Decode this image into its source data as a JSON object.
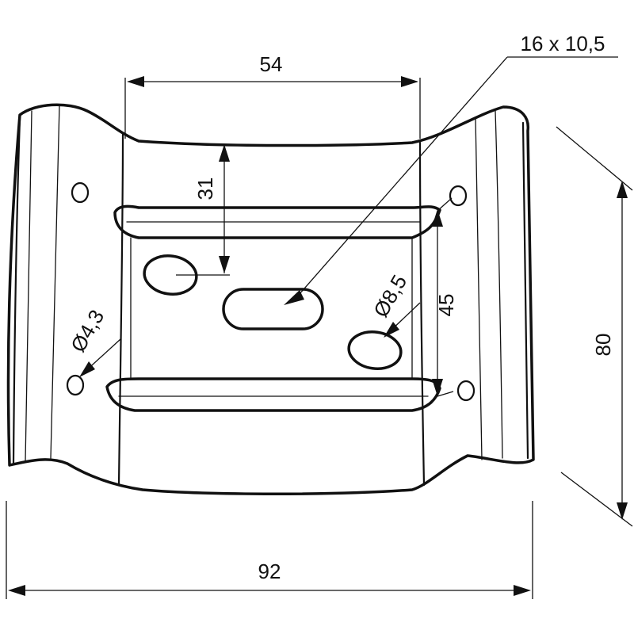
{
  "dimensions": {
    "top_width": "54",
    "slot": "16 x 10,5",
    "inner_height": "31",
    "hole_spacing": "45",
    "large_hole": "Ø8,5",
    "small_hole": "Ø4,3",
    "overall_height": "80",
    "overall_width": "92"
  }
}
